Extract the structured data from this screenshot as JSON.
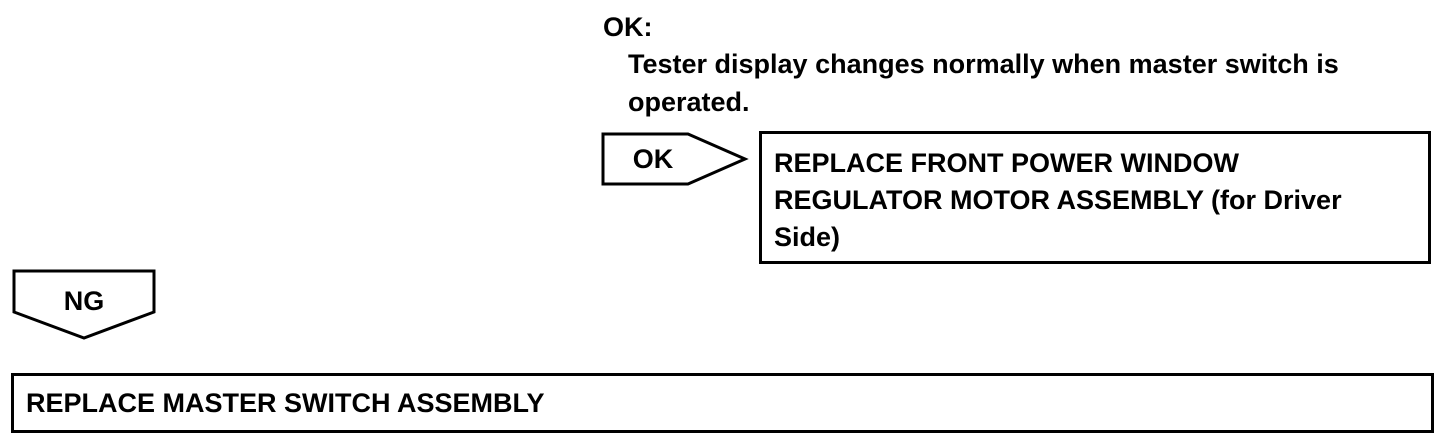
{
  "ok_condition": {
    "heading": "OK:",
    "lines": [
      "Tester display changes normally when master switch is",
      "operated."
    ]
  },
  "branches": {
    "ok_label": "OK",
    "ng_label": "NG"
  },
  "results": {
    "ok_result_lines": [
      "REPLACE FRONT POWER WINDOW",
      "REGULATOR MOTOR ASSEMBLY (for Driver",
      "Side)"
    ],
    "ng_result": "REPLACE MASTER SWITCH ASSEMBLY"
  },
  "colors": {
    "line": "#000000",
    "background": "#ffffff"
  }
}
